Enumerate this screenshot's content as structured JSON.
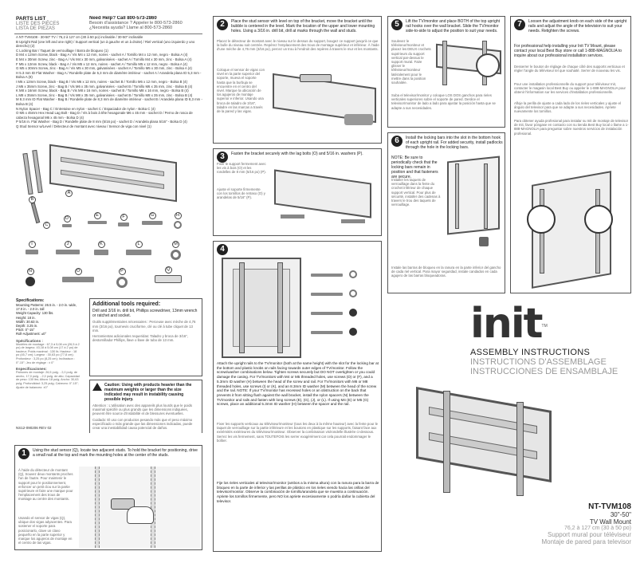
{
  "parts_list": {
    "heading_en": "PARTS LIST",
    "heading_fr": "LISTE DES PIÈCES",
    "heading_es": "LISTA DE PIEZAS",
    "help_en": "Need Help? Call 800-573-2860",
    "help_fr": "Besoin d'assistance ? Appeler le 800-573-2860",
    "help_es": "¿Necesita ayuda? Llame al 800-573-2860",
    "items": [
      "A  NT-TVM108 - 30-50\" TV / 76,2 à 127 cm (30 à 50 po) inclinable / 30-50\" inclinable",
      "B  Upright Rail (one left and one right) / Support vertical (un à gauche et un à droite) / Riel vertical (uno izquierdo y uno derecho) (2)",
      "C  Locking Bar / Taquet de verrouillage / Barra de bloqueo (1)",
      "D  M4 x 12mm Screw, black - Bag A / Vis M4 x 12 mm, noires - sachet A / Tornillo M4 x 12 mm, negro - Bolsa A (4)",
      "E  M4 x 30mm Screw, zinc - Bag A / Vis M4 x 30 mm, galvanisées - sachet A / Tornillo M4 x 30 mm, zinc - Bolsa A (4)",
      "F  M5 x 12mm Screw, black - Bag A / Vis M5 x 12 mm, noires - sachet A / Tornillo M5 x 12 mm, negro - Bolsa A (4)",
      "G  M5 x 30mm Screw, zinc - Bag A / Vis M5 x 30 mm, galvanisées - sachet A / Tornillo M5 x 30 mm, zinc - Bolsa A (4)",
      "H  5.3 mm ID Flat Washer - Bag A / Rondelle plate de 5,3 mm de diamètre intérieur - sachet A / Arandela plana ID 5,3 mm - Bolsa A (8)",
      "I  M6 x 12mm Screw, black - Bag B / Vis M6 x 12 mm, noires - sachet B / Tornillo M6 x 12 mm, negro - Bolsa B (4)",
      "J  M6 x 35mm Screw, zinc - Bag B / Vis M6 x 35 mm, galvanisées - sachet B / Tornillo M6 x 35 mm, zinc - Bolsa B (4)",
      "K  M8 x 16mm Screw, black - Bag B / Vis M8 x 16 mm, noires - sachet B / Tornillo M8 x 16 mm, negro - Bolsa B (4)",
      "L  M8 x 35mm Screw, zinc - Bag B / Vis M8 x 35 mm, galvanisées - sachet B / Tornillo M8 x 35 mm, zinc - Bolsa B (4)",
      "M  8.3 mm ID Flat Washer - Bag B / Rondelle plate de 8,3 mm de diamètre intérieur - sachet B / Arandela plana ID 8,3 mm - Bolsa B (4)",
      "N  Nylon Spacer - Bag C / Entretoise en nylon - sachet C / Espaciador de nylon - Bolsa C (4)",
      "O  M6 x 45mm Hex Head Lag Bolt - Bag D / Vis à bois à tête hexagonale M6 x 45 mm - sachet D / Perno de rosca de cabeza hexagonal M6 x 45 mm - Bolsa D (4)",
      "P  5/16 in. Flat Washer - Bag D / Rondelle plate de 8 mm (5/16 po) - sachet D / Arandela plana 5/16\" - Bolsa D (4)",
      "Q  Stud Sensor w/Level / Détecteur de montant avec niveau / Sensor de viga con nivel (1)"
    ],
    "part_labels": [
      "A",
      "B",
      "C",
      "D",
      "E",
      "F",
      "G",
      "H",
      "I",
      "J",
      "K",
      "L",
      "M",
      "N",
      "O",
      "P",
      "Q"
    ]
  },
  "specs": {
    "heading": "Specifications:",
    "lines": [
      "Mounting Patterns: 26.5 in. - 2.0 in. wide, 17.0 in. - 2.0 in. tall",
      "Weight Capacity: 130 lbs.",
      "Height: 18 in.",
      "Width: 30.63 in.",
      "Depth: 3.25 in.",
      "Pitch: 0°-15°",
      "Roll-Adjustment: ±0°"
    ],
    "heading_fr": "Spécifications :",
    "lines_fr": "Modèles de montage : 67,3 à 5,08 cm (26,5 à 2 po) de largeur, 43,18 à 5,08 cm (17 à 2 po) de hauteur; Poids maximal : 130 lb; Hauteur : 18 po (45,7 cm); Largeur : 30,63 po (77,8 cm); Profondeur : 3,25 po (8,25 cm); Inclinaison : 0°-15°; Jeu de réglage : ± 0°",
    "heading_es": "Especificaciones:",
    "lines_es": "Patrones de montaje: 26,5 pulg. - 2,0 pulg. de ancho, 17,0 pulg. - 2,0 pulg. de alto; Capacidad de peso: 130 lbs; Altura: 18 pulg; Ancho: 30,63 pulg; Profundidad: 3,25 pulg; Cabeceo: 0°-15°; Ajuste de balanceo: ±0°"
  },
  "tools": {
    "heading": "Additional tools required:",
    "text_en": "Drill and 3/16 in. drill bit, Phillips screwdriver, 13mm wrench or ratchet and socket.",
    "text_fr": "Outils supplémentaires nécessaires : Perceuse avec mèche de 4,76 mm (3/16 po), tournevis cruciforme, clé ou clé à tube cliquet de 13 mm.",
    "text_es": "Herramientas adicionales requeridas: Taladro y broca de 3/16\", destornillador Phillips, llave o llave de tubo de 13 mm."
  },
  "caution": {
    "text_en": "Caution: Using with products heavier than the maximum weights or larger than the size indicated may result in instability causing possible injury.",
    "text_fr": "Attention : L'utilisation avec des appareils plus lourds que le poids maximal spécifié ou plus grands que les dimensions indiquées, peuvent être source d'instabilité et de blessures éventuelles.",
    "text_es": "Cuidado: El uso con productos pesando más que el peso máximo especificado o más grande que las dimensiones indicadas, puede crear una inestabilidad causa potencial de daños."
  },
  "doc_code": "NS12-090206 REV 02",
  "steps": {
    "s1": {
      "num": "1",
      "text_en": "Using the stud sensor (Q), locate two adjacent studs. To hold the bracket for positioning, drive a small nail at the top and mark the mounting holes at the center of the studs.",
      "text_fr": "À l'aide du détecteur de montant (Q), trouvez deux montants proches l'un de l'autre. Pour maintenir le support pour le positionnement, enfoncer un petit clou sur la partie supérieure et faire une marque pour l'emplacement des trous de montage au centre des montants.",
      "text_es": "Usando el sensor de vigas (Q), ubique dos vigas adyacentes. Para sostener el soporte para posicionarlo, clave un clavo pequeño en la parte superior y marque los agujeros de montaje en el centro de las vigas."
    },
    "s2": {
      "num": "2",
      "text_en": "Place the stud sensor with level on top of the bracket, move the bracket until the bubble is centered in the level. Mark the location of the upper and lower mounting holes. Using a 3/16 in. drill bit, drill at marks through the wall and studs.",
      "text_fr": "Placez le détecteur de montant avec le niveau sur le dessus du support, bougez ce support jusqu'à ce que la bulle du niveau soit centrée. Repérez l'emplacement des trous de montage supérieur et inférieur. À l'aide d'une mèche de 4,76 mm (3/16 po), percez un trou à l'endroit des repères à travers le mur et les montants.",
      "text_es": "Coloque el sensor de vigas con nivel en la parte superior del soporte, mueva el soporte hasta que la burbuja se encuentre en el centro del nivel. Marque la ubicación de los agujeros de montaje superior e inferior. Usando una broca de taladro de 3/16\", taladre en las marcas a través de la pared y las vigas."
    },
    "s3": {
      "num": "3",
      "text_en": "Fasten the bracket securely with the lag bolts (O) and 5/16 in. washers (P).",
      "text_fr": "Fixer le support fermement avec les vis à bois (O) et les rondelles de 8 mm (5/16 po) (P).",
      "text_es": "Ajuste el soporte firmemente con los tornillos de retraso (O) y arandelas de 5/16\" (P)."
    },
    "s4": {
      "num": "4",
      "text_en": "Attach the upright rails to the TV/monitor (both at the same height) with the slot for the locking bar at the bottom and plastic knobs on rails facing towards outer edges of TV/monitor. Follow the screw/washer combinations below. Tighten screws securely but DO NOT overtighten or you could damage the casing. For TV/monitors with M4 or M5 threaded holes, use screws (D) or (F), and a 5.3mm ID washer (H) between the head of the screw and rail. For TV/monitors with M6 or M8 threaded holes, use screws (I) or (K), and an 8.3mm ID washer (M) between the head of the screw and the rail. NOTE: If your TV/monitor has recessed holes or an obstruction on the back that prevents it from sitting flush against the wall bracket, install the nylon spacers (N) between the TV/monitor and rails and fasten with long screws (E), (G), (J), or (L). If using M4 (E) or M5 (G) screws, place an additional 5.3mm ID washer (H) between the spacer and the rail.",
      "text_fr": "Fixer les supports verticaux au téléviseur/moniteur (tous les deux à la même hauteur) avec la fente pour le taquet de verrouillage sur la partie inférieure et les boutons en plastique sur les supports, faisant face aux extrémités extérieures du téléviseur/moniteur. Observer la combinaison vis/rondelle illustrée ci-dessous. Serrez les vis fermement, sans TOUTEFOIS les serrer exagérément car cela pourrait endommager le boîtier.",
      "text_es": "Fije los rieles verticales al televisor/monitor (ambos a la misma altura) con la ranura para la barra de bloqueo en la parte de inferior y las perillas de plástico en los rieles viendo hacia las orillas del televisor/monitor. Observe la combinación de tornillo/arandela que se muestra a continuación. Apriete los tornillos firmemente, pero NO los apriete excesivamente o podría dañar la cubierta del televisor."
    },
    "s5": {
      "num": "5",
      "text_en": "Lift the TV/monitor and place BOTH of the top upright rail hooks over the wall bracket. Slide the TV/monitor side-to-side to adjust the position to suit your needs.",
      "text_fr": "Soulevez le téléviseur/moniteur et placez les DEUX crochets supérieurs du support vertical par-dessus le support mural. Faire glisser le téléviseur/moniteur latéralement pour le mettre dans la position souhaitée.",
      "text_es": "Suba el televisor/monitor y coloque LOS DOS ganchos para rieles verticales superiores sobre el soporte de pared. Deslice el televisor/monitor de lado a lado para ajustar la posición hasta que se adapte a sus necesidades."
    },
    "s6": {
      "num": "6",
      "text_en": "Install the locking bars into the slot in the bottom hook of each upright rail. For added security, install padlocks through the hole in the locking bars.",
      "note_en": "NOTE: Be sure to periodically check that the locking bars remain in position and that fasteners are secure.",
      "text_fr": "Installer les taquets de verrouillage dans la fente du crochet inférieur de chaque support vertical. Pour plus de sécurité, installer des cadenas à travers le trou des taquets de verrouillage.",
      "text_es": "Instale las barras de bloqueo en la ranura en la parte inferior del gancho de cada riel vertical. Para mayor seguridad, instale candados en cada agujero de las barras bloqueadoras."
    },
    "s7": {
      "num": "7",
      "text_en": "Loosen the adjustment knob on each side of the upright rails and adjust the angle of the television to suit your needs. Retighten the screws.",
      "pro_en": "For professional help installing your Init TV Mount, please contact your local Best Buy store or call 1-888-MAGNOLIA to inquire about our professional installation services.",
      "text_fr": "Desserrer le bouton de réglage de chaque côté des supports verticaux et régler l'angle du téléviseur tel que souhaité. Serrer de nouveau les vis.",
      "pro_fr": "Pour une installation professionnelle du support pour téléviseur Init, contacter le magasin local Best Buy ou appeler le 1-888-MAGNOLIA pour obtenir l'information sur les services d'installation professionnelle.",
      "text_es": "Afloje la perilla de ajuste a cada lado de los rieles verticales y ajuste el ángulo del televisor para que se adapte a sus necesidades. Apriete nuevamente los tornillos.",
      "pro_es": "Para obtener ayuda profesional para instalar su Init de montaje de televisor de Init, favor póngase en contacto con su tienda Best Buy local o llame a 1-888-MAGNOLIA para preguntar sobre nuestros servicios de instalación profesional."
    }
  },
  "brand": {
    "logo": "init",
    "tm": "TM",
    "title_en": "ASSEMBLY INSTRUCTIONS",
    "title_fr": "INSTRUCTIONS D'ASSEMBLAGE",
    "title_es": "INSTRUCCIONES DE ENSAMBLAJE",
    "model": "NT-TVM108",
    "size": "30\"-50\"",
    "product_en": "TV Wall Mount",
    "size_metric": "76,2 à 127 cm (30 à 50 po)",
    "product_fr": "Support mural pour téléviseur",
    "product_es": "Montaje de pared para televisor"
  }
}
